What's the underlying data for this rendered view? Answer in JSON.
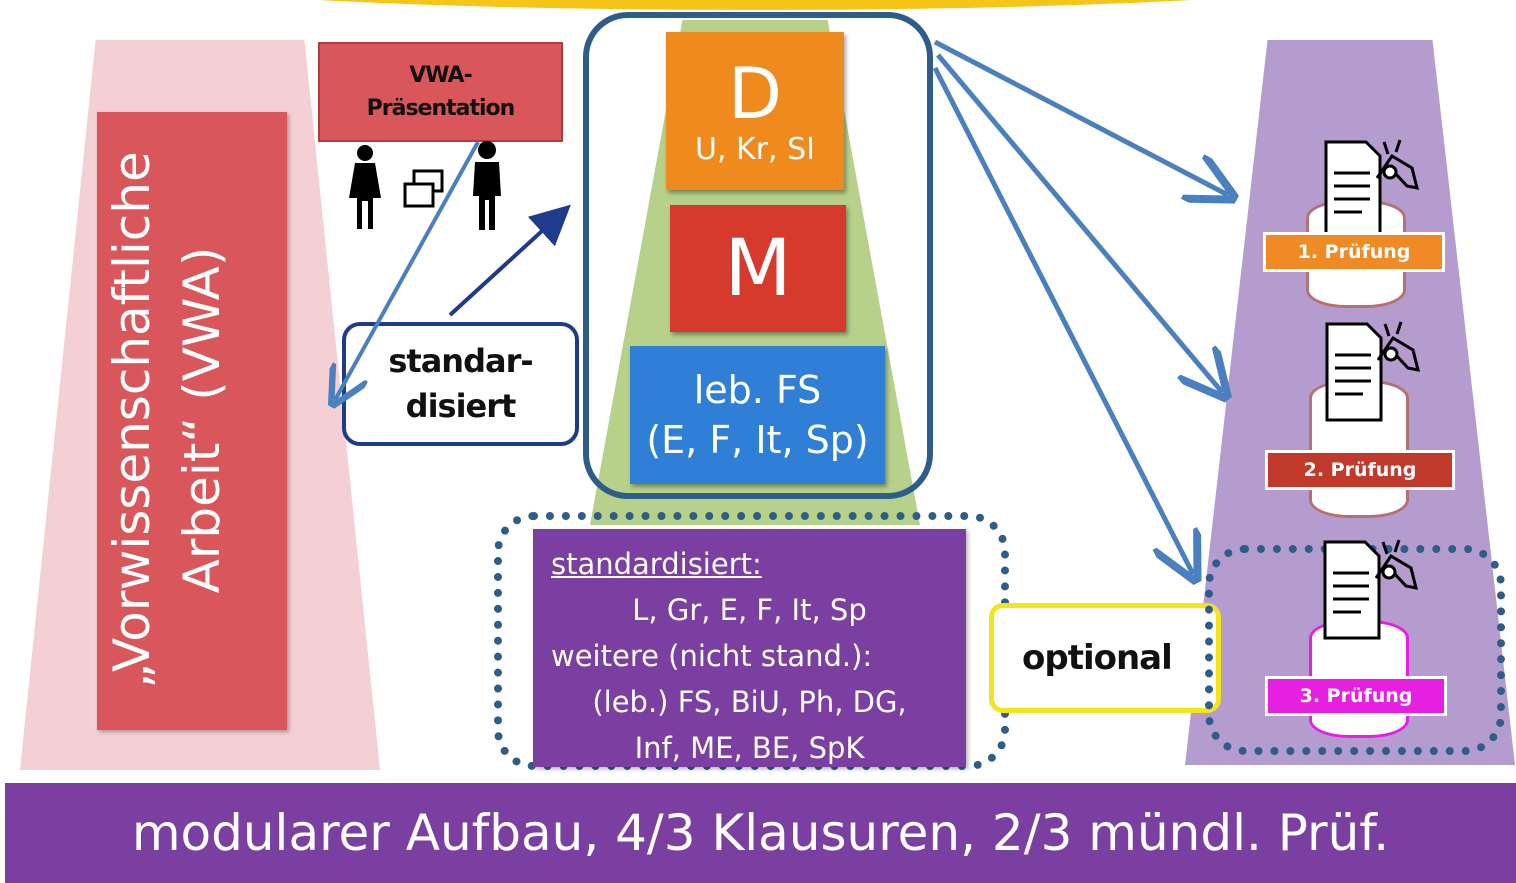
{
  "vwa_vertical": {
    "line1": "„Vorwissenschaftliche",
    "line2": "Arbeit“ (VWA)"
  },
  "vwa_presentation": {
    "line1": "VWA-",
    "line2": "Präsentation"
  },
  "standardised_label": {
    "line1": "standar-",
    "line2": "disiert"
  },
  "core_subjects": {
    "d": {
      "letter": "D",
      "sub": "U, Kr, SI"
    },
    "m": {
      "letter": "M"
    },
    "fs": {
      "line1": "leb. FS",
      "line2": "(E, F, It, Sp)"
    }
  },
  "written_exams": {
    "heading": "standardisiert:",
    "standard_subjects": "L, Gr, E, F, It, Sp",
    "other_heading": "weitere (nicht stand.):",
    "other_line1": "(leb.) FS, BiU, Ph, DG,",
    "other_line2": "Inf, ME, BE, SpK"
  },
  "optional_label": "optional",
  "oral_exams": [
    {
      "label": "1. Prüfung",
      "color": "#f08a24"
    },
    {
      "label": "2. Prüfung",
      "color": "#c0392b"
    },
    {
      "label": "3. Prüfung",
      "color": "#e61fe0"
    }
  ],
  "footer": "modularer Aufbau, 4/3 Klausuren, 2/3 mündl. Prüf.",
  "colors": {
    "vwa_red": "#d9575b",
    "d_orange": "#ef8a1f",
    "m_red": "#d63a2d",
    "fs_blue": "#2f7fd6",
    "purple": "#7a3fa0",
    "arrow_blue": "#4a7fc0",
    "outline_blue": "#2f5d8a"
  },
  "icons": [
    "person-female-icon",
    "person-male-icon",
    "presentation-screen-icon",
    "document-icon",
    "giraffe-examiner-icon"
  ]
}
